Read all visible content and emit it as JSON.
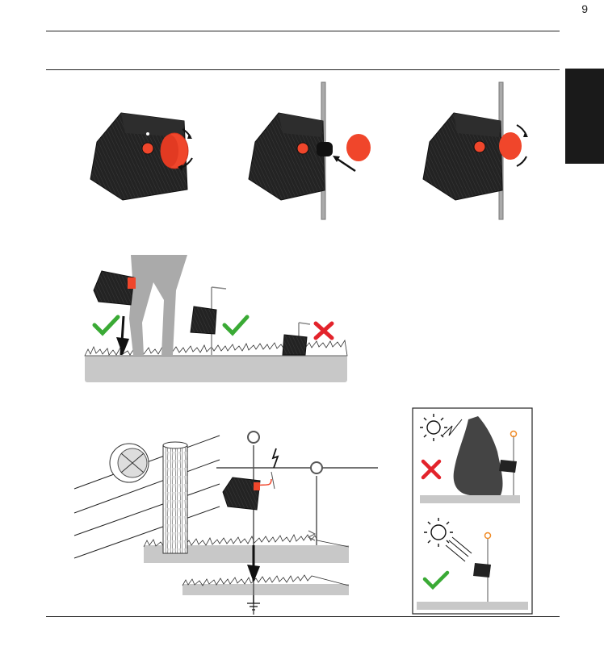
{
  "page": {
    "page_number": "9",
    "tab_label": ""
  },
  "colors": {
    "device_body": "#1f1f1f",
    "knob": "#f0462b",
    "check": "#3aaa35",
    "cross": "#e3232b",
    "ground": "#c8c8c8",
    "insulator": "#f08a24"
  },
  "illustrations": [
    {
      "name": "mounting-step-1",
      "icon": "energizer-knob-rotate"
    },
    {
      "name": "mounting-step-2",
      "icon": "energizer-on-rod"
    },
    {
      "name": "mounting-step-3",
      "icon": "energizer-tighten"
    },
    {
      "name": "placement-height",
      "icon": "check-check-cross"
    },
    {
      "name": "fence-wiring",
      "icon": "ground-symbol"
    },
    {
      "name": "sun-exposure",
      "icon": "sun-tree-cross-check"
    }
  ]
}
